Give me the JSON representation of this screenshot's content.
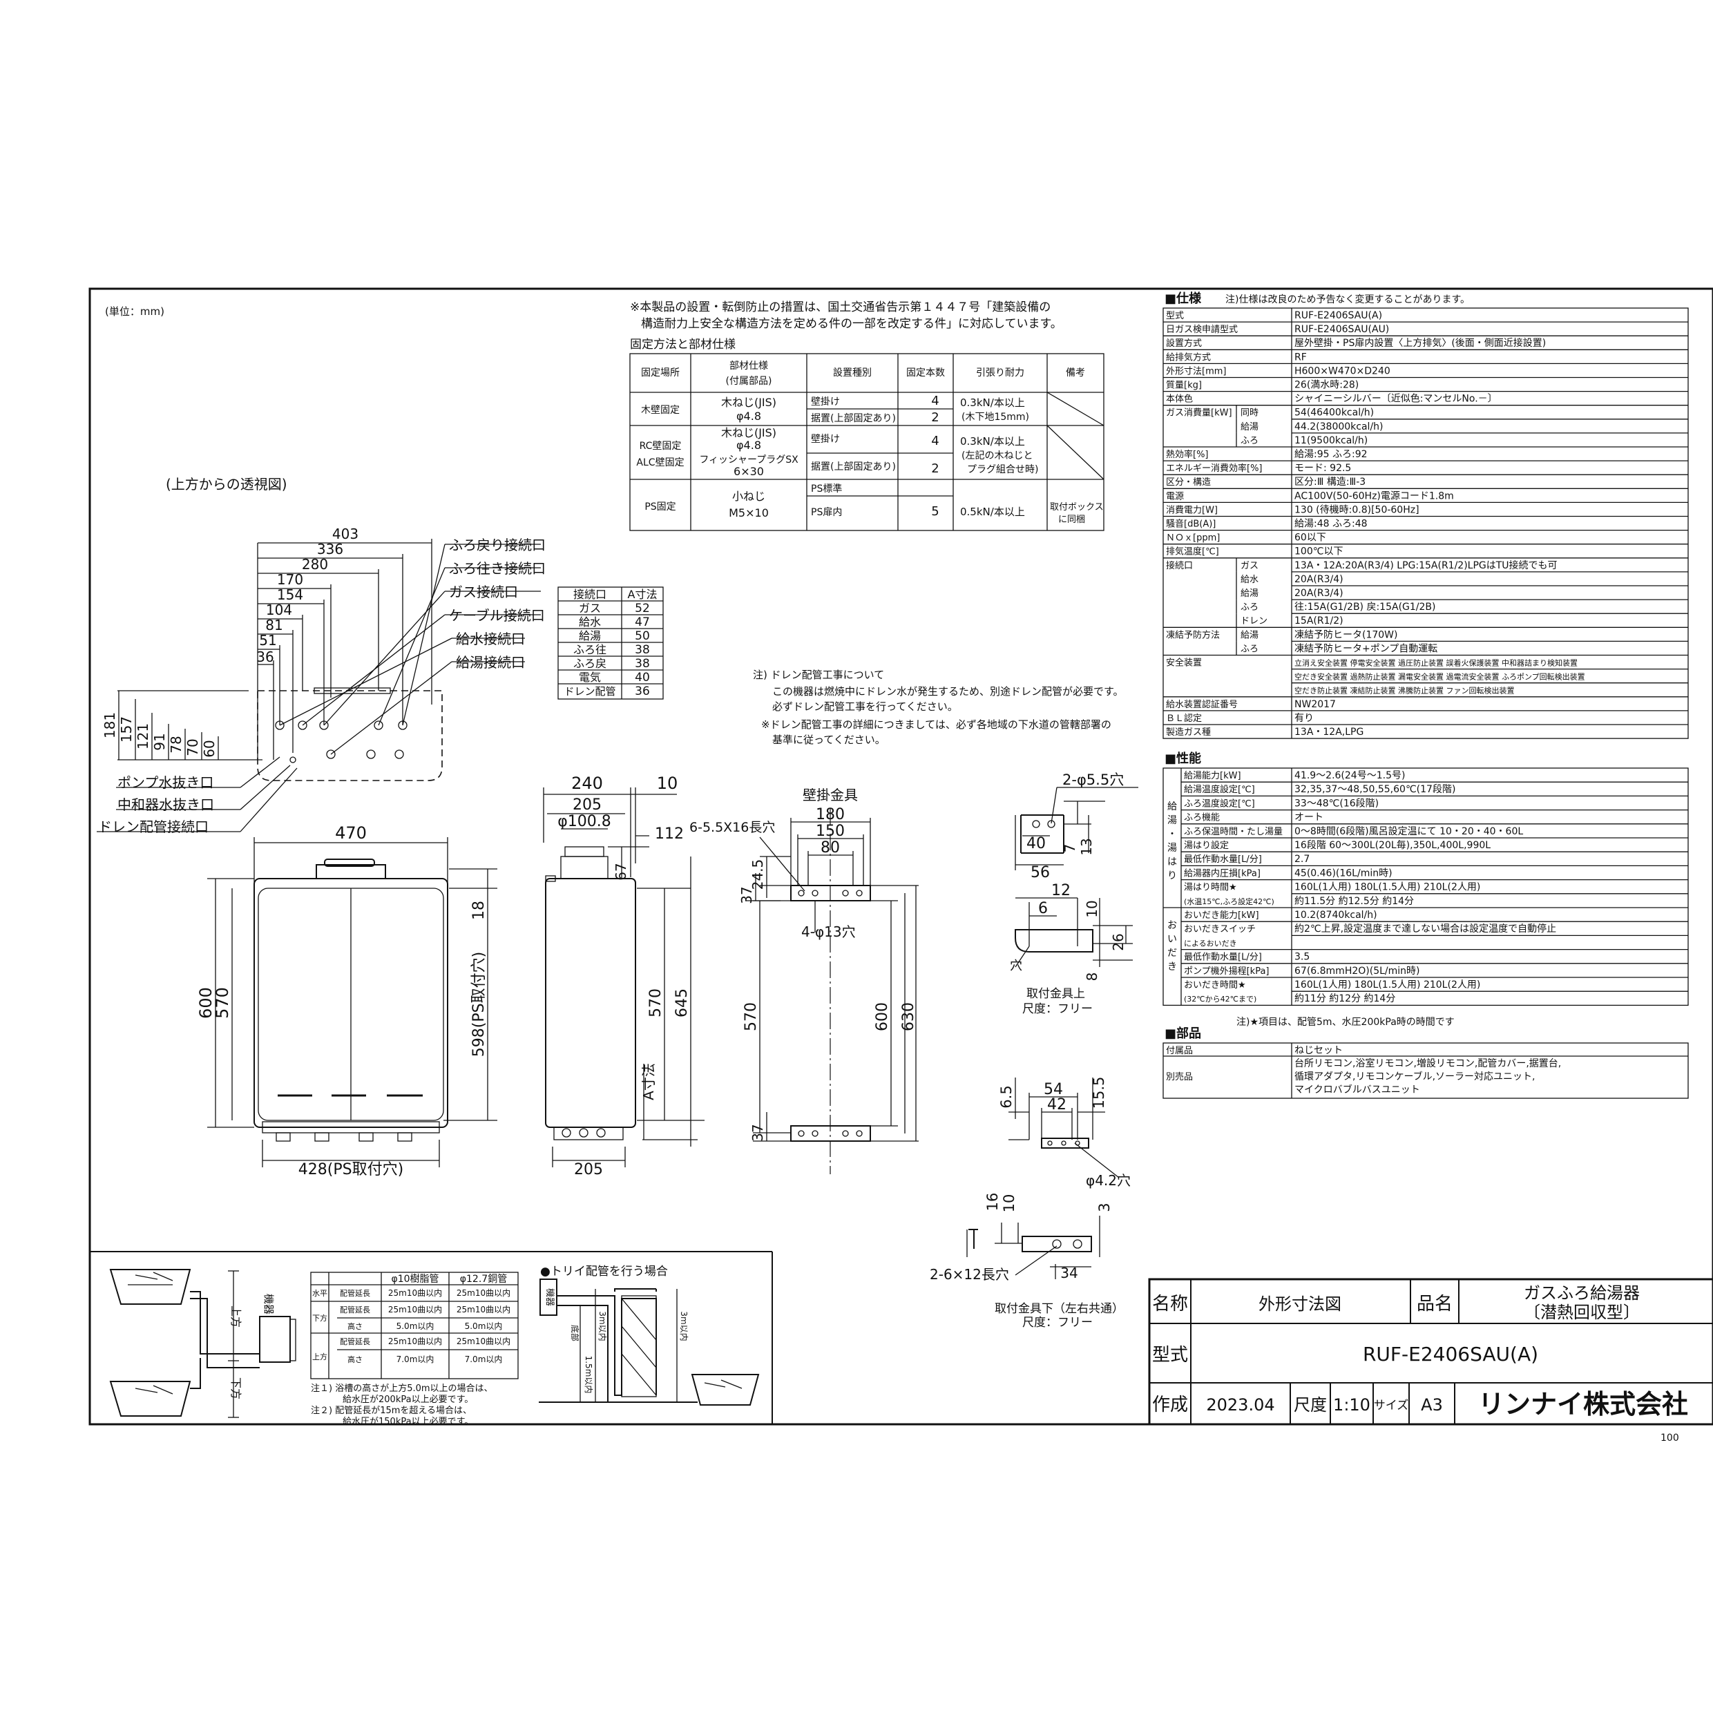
{
  "unit_note": "(単位：mm)",
  "notes_top": {
    "line1": "※本製品の設置・転倒防止の措置は、国土交通省告示第１４４７号「建築設備の",
    "line2": "構造耐力上安全な構造方法を定める件の一部を改定する件」に対応しています。"
  },
  "fix_table": {
    "title": "固定方法と部材仕様",
    "headers": [
      "固定場所",
      "部材仕様",
      "設置種別",
      "固定本数",
      "引張り耐力",
      "備考"
    ],
    "header_sub": "(付属部品)",
    "rows": [
      {
        "place": "木壁固定",
        "spec1": "木ねじ(JIS)",
        "spec2": "φ4.8",
        "kinds": [
          "壁掛け",
          "据置(上部固定あり)"
        ],
        "counts": [
          "4",
          "2"
        ],
        "force1": "0.3kN/本以上",
        "force2": "(木下地15mm)",
        "note": ""
      },
      {
        "place": "RC壁固定",
        "place2": "ALC壁固定",
        "spec1": "木ねじ(JIS)",
        "spec2": "φ4.8",
        "spec3": "フィッシャープラグSX",
        "spec4": "6×30",
        "kinds": [
          "壁掛け",
          "据置(上部固定あり)"
        ],
        "counts": [
          "4",
          "2"
        ],
        "force1": "0.3kN/本以上",
        "force2": "(左記の木ねじと",
        "force3": "プラグ組合せ時)",
        "note": ""
      },
      {
        "place": "PS固定",
        "spec1": "小ねじ",
        "spec2": "M5×10",
        "kinds": [
          "PS標準",
          "PS扉内"
        ],
        "counts": [
          "",
          "5"
        ],
        "force1": "0.5kN/本以上",
        "note1": "取付ボックス",
        "note2": "に同梱"
      }
    ]
  },
  "top_view": {
    "title": "(上方からの透視図)",
    "dims_h": [
      "403",
      "336",
      "280",
      "170",
      "154",
      "104",
      "81",
      "51",
      "36"
    ],
    "dims_v": [
      "181",
      "157",
      "121",
      "91",
      "78",
      "70",
      "60"
    ],
    "labels_right": [
      "ふろ戻り接続口",
      "ふろ往き接続口",
      "ガス接続口",
      "ケーブル接続口",
      "給水接続口",
      "給湯接続口"
    ],
    "labels_left": [
      "ポンプ水抜き口",
      "中和器水抜き口",
      "ドレン配管接続口"
    ]
  },
  "a_table": {
    "headers": [
      "接続口",
      "A寸法"
    ],
    "rows": [
      [
        "ガス",
        "52"
      ],
      [
        "給水",
        "47"
      ],
      [
        "給湯",
        "50"
      ],
      [
        "ふろ往",
        "38"
      ],
      [
        "ふろ戻",
        "38"
      ],
      [
        "電気",
        "40"
      ],
      [
        "ドレン配管",
        "36"
      ]
    ]
  },
  "drain_note": {
    "title": "注) ドレン配管工事について",
    "l1": "この機器は燃焼中にドレン水が発生するため、別途ドレン配管が必要です。",
    "l2": "必ずドレン配管工事を行ってください。",
    "l3": "※ドレン配管工事の詳細につきましては、必ず各地域の下水道の管轄部署の",
    "l4": "基準に従ってください。"
  },
  "front_view": {
    "w": "470",
    "h_outer": "600",
    "h_inner": "570",
    "ps_h": "598(PS取付穴)",
    "top": "18",
    "ps_w": "428(PS取付穴)"
  },
  "side_view": {
    "w": "240",
    "w2": "10",
    "w3": "205",
    "pipe": "φ100.8",
    "h1": "112",
    "h2": "67",
    "h3": "570",
    "h4": "645",
    "a": "A寸法",
    "bottom": "205"
  },
  "bracket_view": {
    "title": "壁掛金具",
    "slot": "6-5.5X16長穴",
    "w1": "180",
    "w2": "150",
    "w3": "80",
    "v1": "24.5",
    "v2": "37",
    "holes": "4-φ13穴",
    "h1": "570",
    "h2": "600",
    "h3": "630",
    "v3": "37"
  },
  "upper_fitting": {
    "hole": "2-φ5.5穴",
    "d40": "40",
    "d56": "56",
    "d7": "7",
    "d13": "13",
    "d12": "12",
    "d6": "6",
    "d10": "10",
    "d26": "26",
    "d8": "8",
    "ana": "穴",
    "title": "取付金具上",
    "scale": "尺度：フリー"
  },
  "mid_fitting": {
    "d65": "6.5",
    "d54": "54",
    "d42": "42",
    "d155": "15.5",
    "hole": "φ4.2穴"
  },
  "lower_fitting": {
    "d16": "16",
    "d10": "10",
    "d3": "3",
    "d34": "34",
    "slot": "2-6×12長穴",
    "title": "取付金具下（左右共通）",
    "scale": "尺度：フリー"
  },
  "bath_section": {
    "up": "上方",
    "down": "下方",
    "unit": "機器",
    "table_headers": [
      "",
      "",
      "φ10樹脂管",
      "φ12.7銅管"
    ],
    "rows": [
      [
        "水平",
        "配管延長",
        "25m10曲以内",
        "25m10曲以内"
      ],
      [
        "下方",
        "配管延長",
        "25m10曲以内",
        "25m10曲以内"
      ],
      [
        "",
        "高さ",
        "5.0m以内",
        "5.0m以内"
      ],
      [
        "上方",
        "配管延長",
        "25m10曲以内",
        "25m10曲以内"
      ],
      [
        "",
        "高さ",
        "7.0m以内",
        "7.0m以内"
      ]
    ],
    "note1a": "注１) 浴槽の高さが上方5.0m以上の場合は、",
    "note1b": "給水圧が200kPa以上必要です。",
    "note2a": "注２) 配管延長が15mを超える場合は、",
    "note2b": "給水圧が150kPa以上必要です。",
    "torii": "●トリイ配管を行う場合",
    "unit2": "機器",
    "bottom": "底部",
    "v1": "1.5m以内",
    "v2": "3m以内",
    "v3": "3m以内"
  },
  "title_block": {
    "name_label": "名称",
    "name": "外形寸法図",
    "product_label": "品名",
    "product1": "ガスふろ給湯器",
    "product2": "〔潜熱回収型〕",
    "model_label": "型式",
    "model": "RUF-E2406SAU(A)",
    "made_label": "作成",
    "date": "2023.04",
    "scale_label": "尺度",
    "scale": "1:10",
    "size_label": "サイズ",
    "size": "A3",
    "company": "リンナイ株式会社",
    "page": "100"
  },
  "spec": {
    "title": "■仕様",
    "note": "注)仕様は改良のため予告なく変更することがあります。",
    "rows": [
      [
        "型式",
        "",
        "RUF-E2406SAU(A)"
      ],
      [
        "日ガス検申請型式",
        "",
        "RUF-E2406SAU(AU)"
      ],
      [
        "設置方式",
        "",
        "屋外壁掛・PS扉内設置〈上方排気〉(後面・側面近接設置)"
      ],
      [
        "給排気方式",
        "",
        "RF"
      ],
      [
        "外形寸法[mm]",
        "",
        "H600×W470×D240"
      ],
      [
        "質量[kg]",
        "",
        "26(満水時:28)"
      ],
      [
        "本体色",
        "",
        "シャイニーシルバー〔近似色:マンセルNo.－〕"
      ],
      [
        "ガス消費量[kW]",
        "同時",
        "54(46400kcal/h)"
      ],
      [
        "",
        "給湯",
        "44.2(38000kcal/h)"
      ],
      [
        "",
        "ふろ",
        "11(9500kcal/h)"
      ],
      [
        "熱効率[%]",
        "",
        "給湯:95 ふろ:92"
      ],
      [
        "エネルギー消費効率[%]",
        "",
        "モード: 92.5"
      ],
      [
        "区分・構造",
        "",
        "区分:Ⅲ 構造:Ⅲ-3"
      ],
      [
        "電源",
        "",
        "AC100V(50-60Hz)電源コード1.8m"
      ],
      [
        "消費電力[W]",
        "",
        "130 (待機時:0.8)[50-60Hz]"
      ],
      [
        "騒音[dB(A)]",
        "",
        "給湯:48 ふろ:48"
      ],
      [
        "ＮＯｘ[ppm]",
        "",
        "60以下"
      ],
      [
        "排気温度[℃]",
        "",
        "100℃以下"
      ],
      [
        "接続口",
        "ガス",
        "13A・12A:20A(R3/4) LPG:15A(R1/2)LPGはTU接続でも可"
      ],
      [
        "",
        "給水",
        "20A(R3/4)"
      ],
      [
        "",
        "給湯",
        "20A(R3/4)"
      ],
      [
        "",
        "ふろ",
        "往:15A(G1/2B) 戻:15A(G1/2B)"
      ],
      [
        "",
        "ドレン",
        "15A(R1/2)"
      ],
      [
        "凍結予防方法",
        "給湯",
        "凍結予防ヒータ(170W)"
      ],
      [
        "",
        "ふろ",
        "凍結予防ヒータ+ポンプ自動運転"
      ],
      [
        "安全装置",
        "",
        "立消え安全装置 停電安全装置 過圧防止装置 誤着火保護装置   中和器詰まり検知装置"
      ],
      [
        "",
        "",
        "空だき安全装置 過熱防止装置 漏電安全装置 過電流安全装置   ふろポンプ回転検出装置"
      ],
      [
        "",
        "",
        "空だき防止装置 凍結防止装置 沸騰防止装置 ファン回転検出装置"
      ],
      [
        "給水装置認証番号",
        "",
        "NW2017"
      ],
      [
        "ＢＬ認定",
        "",
        "有り"
      ],
      [
        "製造ガス種",
        "",
        "13A・12A,LPG"
      ]
    ]
  },
  "perf": {
    "title": "■性能",
    "group1": "給湯・湯はり",
    "group2": "おいだき",
    "rows": [
      [
        "給湯能力[kW]",
        "41.9～2.6(24号～1.5号)"
      ],
      [
        "給湯温度設定[℃]",
        "32,35,37～48,50,55,60℃(17段階)"
      ],
      [
        "ふろ温度設定[℃]",
        "33～48℃(16段階)"
      ],
      [
        "ふろ機能",
        "オート"
      ],
      [
        "ふろ保温時間・たし湯量",
        "0～8時間(6段階)風呂設定温にて 10・20・40・60L"
      ],
      [
        "湯はり設定",
        "16段階 60～300L(20L毎),350L,400L,990L"
      ],
      [
        "最低作動水量[L/分]",
        "2.7"
      ],
      [
        "給湯器内圧損[kPa]",
        "45(0.46)(16L/min時)"
      ],
      [
        "湯はり時間★",
        "160L(1人用)  180L(1.5人用)   210L(2人用)"
      ],
      [
        "(水温15℃,ふろ設定42℃)",
        "約11.5分      約12.5分        約14分"
      ],
      [
        "おいだき能力[kW]",
        "10.2(8740kcal/h)"
      ],
      [
        "おいだきスイッチ",
        "約2℃上昇,設定温度まで達しない場合は設定温度で自動停止"
      ],
      [
        "によるおいだき",
        ""
      ],
      [
        "最低作動水量[L/分]",
        "3.5"
      ],
      [
        "ポンプ機外揚程[kPa]",
        "67(6.8mmH2O)(5L/min時)"
      ],
      [
        "おいだき時間★",
        "160L(1人用)  180L(1.5人用)   210L(2人用)"
      ],
      [
        "(32℃から42℃まで)",
        "約11分        約12分          約14分"
      ]
    ],
    "footnote": "注)★項目は、配管5m、水圧200kPa時の時間です"
  },
  "parts": {
    "title": "■部品",
    "rows": [
      [
        "付属品",
        "ねじセット"
      ],
      [
        "別売品",
        "台所リモコン,浴室リモコン,増設リモコン,配管カバー,据置台,"
      ],
      [
        "",
        "循環アダプタ,リモコンケーブル,ソーラー対応ユニット,"
      ],
      [
        "",
        "マイクロバブルバスユニット"
      ]
    ]
  }
}
